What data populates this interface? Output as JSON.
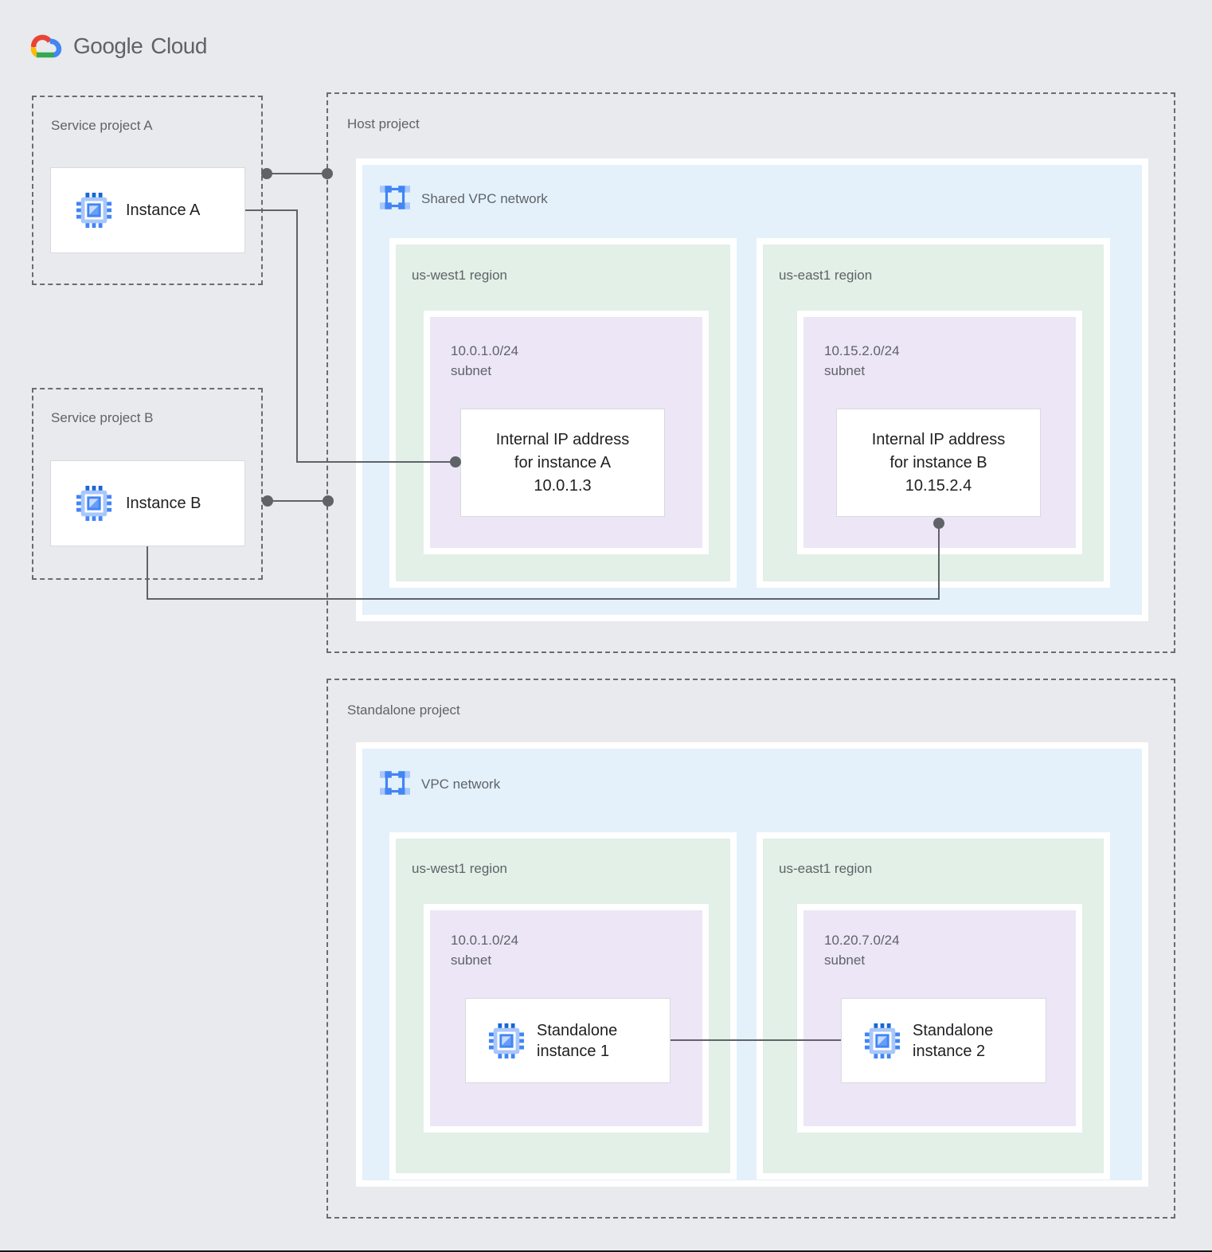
{
  "logo": {
    "part1": "Google",
    "part2": "Cloud"
  },
  "service_project_a": {
    "label": "Service project A",
    "instance_label": "Instance A"
  },
  "service_project_b": {
    "label": "Service project B",
    "instance_label": "Instance B"
  },
  "host_project": {
    "label": "Host project",
    "network_label": "Shared VPC network",
    "west": {
      "region_label": "us-west1 region",
      "subnet_line1": "10.0.1.0/24",
      "subnet_line2": "subnet",
      "card_line1": "Internal IP address",
      "card_line2": "for instance A",
      "card_line3": "10.0.1.3"
    },
    "east": {
      "region_label": "us-east1 region",
      "subnet_line1": "10.15.2.0/24",
      "subnet_line2": "subnet",
      "card_line1": "Internal IP address",
      "card_line2": "for instance B",
      "card_line3": "10.15.2.4"
    }
  },
  "standalone_project": {
    "label": "Standalone project",
    "network_label": "VPC network",
    "west": {
      "region_label": "us-west1 region",
      "subnet_line1": "10.0.1.0/24",
      "subnet_line2": "subnet",
      "instance_line1": "Standalone",
      "instance_line2": "instance 1"
    },
    "east": {
      "region_label": "us-east1 region",
      "subnet_line1": "10.20.7.0/24",
      "subnet_line2": "subnet",
      "instance_line1": "Standalone",
      "instance_line2": "instance 2"
    }
  },
  "colors": {
    "background": "#E8EAED",
    "network_blue": "#E4F1FB",
    "region_green": "#E2F0E7",
    "subnet_purple": "#ECE6F6",
    "connector_gray": "#5F6368",
    "icon_blue": "#4285F4",
    "icon_light_blue": "#A8C7FA",
    "logo_red": "#EA4335",
    "logo_yellow": "#FBBC04",
    "logo_green": "#34A853",
    "logo_blue": "#4285F4"
  }
}
